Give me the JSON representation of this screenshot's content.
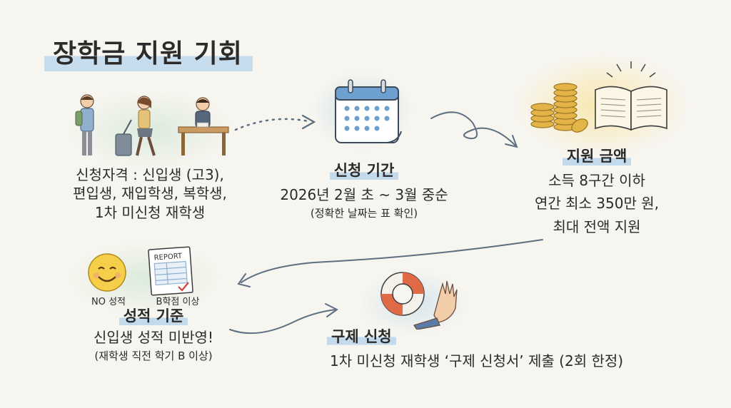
{
  "title": "장학금 지원 기회",
  "eligibility": {
    "line1": "신청자격 : 신입생 (고3),",
    "line2": "편입생, 재입학생, 복학생,",
    "line3": "1차 미신청 재학생"
  },
  "period": {
    "heading": "신청 기간",
    "dates": "2026년 2월 초 ~ 3월 중순",
    "note": "(정확한 날짜는 표 확인)"
  },
  "amount": {
    "heading": "지원 금액",
    "line1": "소득 8구간 이하",
    "line2": "연간 최소 350만 원,",
    "line3": "최대 전액 지원"
  },
  "grades": {
    "label_no": "NO 성적",
    "report_label": "REPORT",
    "label_b": "B학점 이상",
    "heading": "성적 기준",
    "line1": "신입생 성적 미반영!",
    "line2": "(재학생 직전 학기 B 이상)"
  },
  "relief": {
    "heading": "구제 신청",
    "line1": "1차 미신청 재학생 ‘구제 신청서’ 제출 (2회 한정)"
  },
  "colors": {
    "accent_blue": "#a0c8eb",
    "arrow": "#5d6f80",
    "coin": "#d9a93a",
    "smiley": "#f6cf4a"
  }
}
